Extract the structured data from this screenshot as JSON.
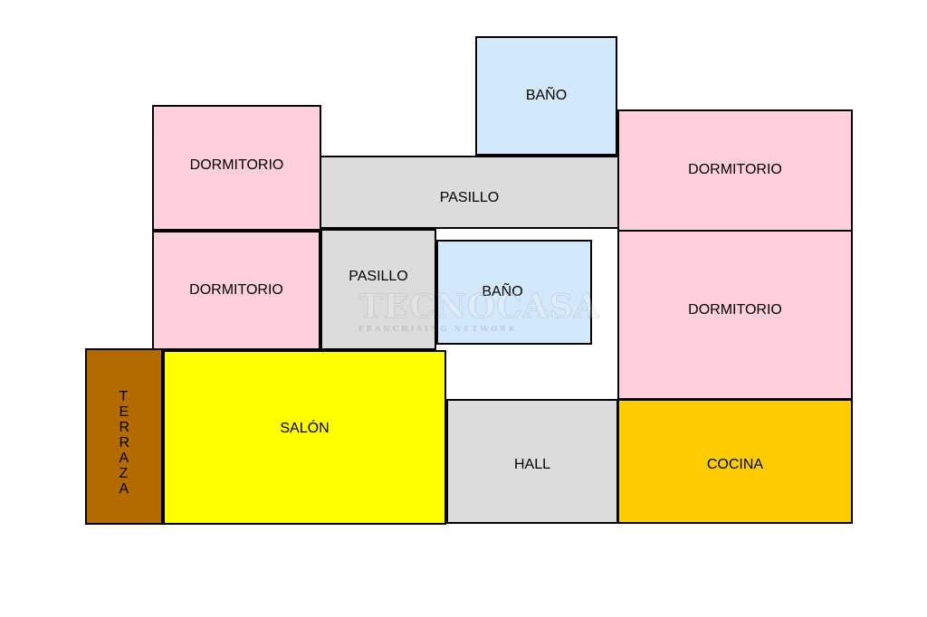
{
  "plan": {
    "rooms": {
      "bano_top": {
        "label": "BAÑO",
        "color": "#d4e8fc"
      },
      "dormitorio_top_left": {
        "label": "DORMITORIO",
        "color": "#ffd0dc"
      },
      "pasillo_top": {
        "label": "PASILLO",
        "color": "#dcdcdc"
      },
      "dormitorio_top_right": {
        "label": "DORMITORIO",
        "color": "#ffd0dc"
      },
      "dormitorio_mid_left": {
        "label": "DORMITORIO",
        "color": "#ffd0dc"
      },
      "pasillo_mid": {
        "label": "PASILLO",
        "color": "#dcdcdc"
      },
      "bano_mid": {
        "label": "BAÑO",
        "color": "#d4e8fc"
      },
      "dormitorio_mid_right": {
        "label": "DORMITORIO",
        "color": "#ffd0dc"
      },
      "terraza": {
        "label": "TERRAZA",
        "color": "#b36b00"
      },
      "salon": {
        "label": "SALÓN",
        "color": "#ffff00"
      },
      "hall": {
        "label": "HALL",
        "color": "#dcdcdc"
      },
      "cocina": {
        "label": "COCINA",
        "color": "#ffcc00"
      }
    },
    "watermark": {
      "brand": "TECNOCASA",
      "tagline": "FRANCHISING NETWORK",
      "icon": "house-icon"
    }
  }
}
